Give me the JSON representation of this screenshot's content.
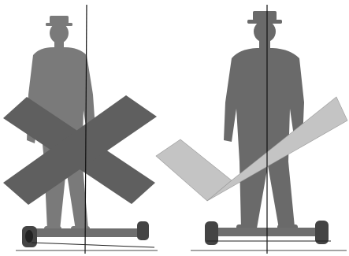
{
  "figure": {
    "panels": [
      {
        "verdict": "incorrect",
        "mark": "cross-mark",
        "mark_color": "#5f5f5f"
      },
      {
        "verdict": "correct",
        "mark": "check-mark",
        "mark_color": "#c4c4c4"
      }
    ],
    "colors": {
      "background": "#ffffff",
      "silhouette": "#7a7a7a",
      "silhouette_shade": "#6a6a6a",
      "board": "#6e6e6e",
      "wheel": "#444444",
      "guide_line": "#111111",
      "ground": "#4a4a4a"
    }
  }
}
